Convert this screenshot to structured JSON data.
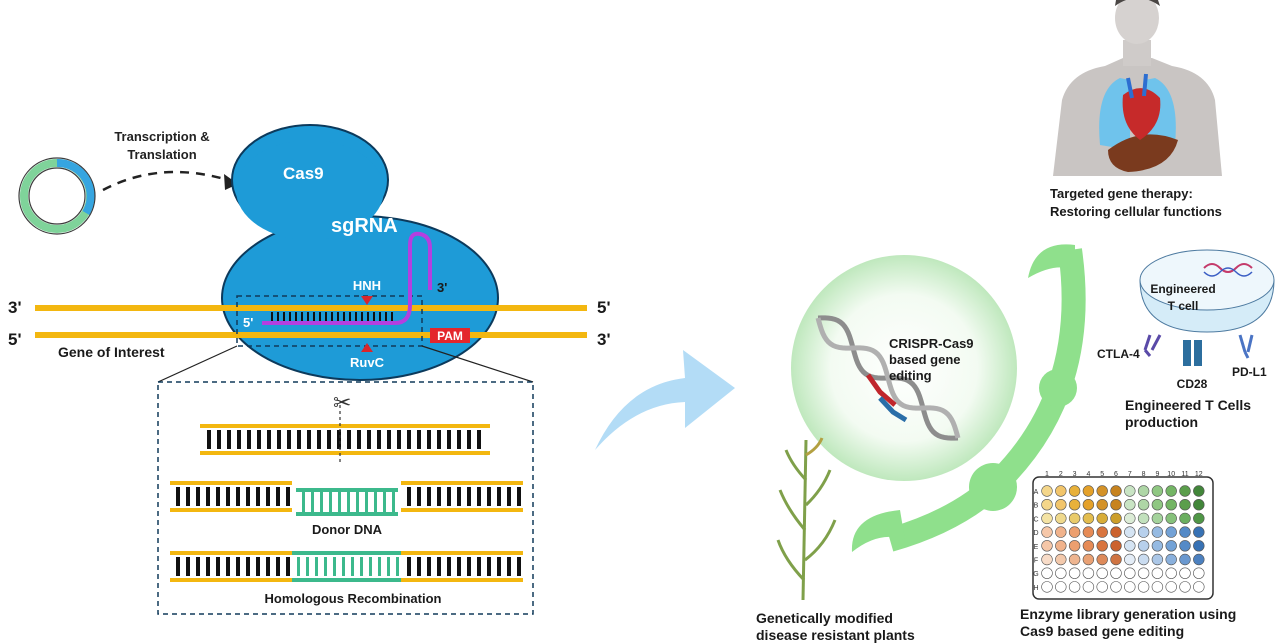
{
  "left_panel": {
    "transcription_label": "Transcription &",
    "translation_label": "Translation",
    "cas9_label": "Cas9",
    "sgrna_label": "sgRNA",
    "hnh_label": "HNH",
    "ruvc_label": "RuvC",
    "pam_label": "PAM",
    "top_strand_left": "3'",
    "top_strand_right": "5'",
    "bottom_strand_left": "5'",
    "bottom_strand_right": "3'",
    "sgrna_5prime": "5'",
    "sgrna_3prime": "3'",
    "gene_label": "Gene of Interest",
    "donor_label": "Donor DNA",
    "recombination_label": "Homologous Recombination"
  },
  "right_panel": {
    "crispr_label": [
      "CRISPR-Cas9",
      "based gene",
      "editing"
    ],
    "therapy_label": [
      "Targeted gene therapy:",
      "Restoring cellular functions"
    ],
    "tcell_label": [
      "Engineered",
      "T cell"
    ],
    "receptors": {
      "ctla4": "CTLA-4",
      "cd28": "CD28",
      "pdl1": "PD-L1"
    },
    "tcell_caption": [
      "Engineered T Cells",
      "production"
    ],
    "plants_caption": [
      "Genetically modified",
      "disease resistant plants"
    ],
    "enzyme_caption": [
      "Enzyme library generation using",
      "Cas9 based gene editing"
    ],
    "plate_columns": [
      "1",
      "2",
      "3",
      "4",
      "5",
      "6",
      "7",
      "8",
      "9",
      "10",
      "11",
      "12"
    ],
    "plate_rows": [
      "A",
      "B",
      "C",
      "D",
      "E",
      "F",
      "G",
      "H"
    ]
  },
  "colors": {
    "cas9": "#1e9bd7",
    "dna_strand": "#f3b710",
    "sgrna": "#b43fe0",
    "pam": "#e4262c",
    "donor": "#3cb98c",
    "branch": "#8fe08c",
    "arrow": "#b3dcf6"
  }
}
